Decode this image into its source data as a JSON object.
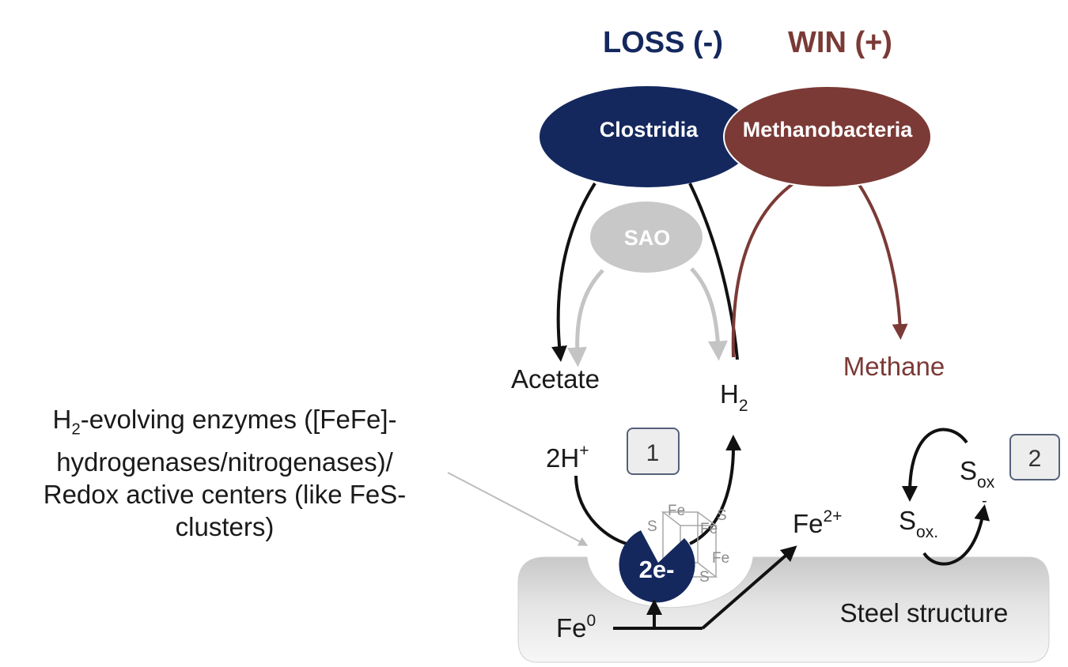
{
  "header": {
    "loss": "LOSS (-)",
    "win": "WIN (+)"
  },
  "organisms": {
    "clostridia": "Clostridia",
    "methanobacteria": "Methanobacteria",
    "sao": "SAO"
  },
  "products": {
    "acetate": "Acetate",
    "h2_base": "H",
    "h2_sub": "2",
    "methane": "Methane"
  },
  "reaction": {
    "proton_base": "2H",
    "proton_sup": "+",
    "fe2_base": "Fe",
    "fe2_sup": "2+",
    "fe0_base": "Fe",
    "fe0_sup": "0",
    "electrons": "2e-",
    "box1": "1",
    "box2": "2",
    "sox_top_base": "S",
    "sox_top_sub": "ox",
    "sox_top_mark": "-",
    "sox_bottom_base": "S",
    "sox_bottom_sub": "ox.",
    "steel": "Steel structure"
  },
  "cluster": {
    "atoms": [
      "Fe",
      "S",
      "S",
      "Fe",
      "Fe",
      "S"
    ]
  },
  "side_annotation": {
    "line1_a": "H",
    "line1_sub": "2",
    "line1_b": "-evolving enzymes ([FeFe]-",
    "line2": "hydrogenases/nitrogenases)/",
    "line3": "Redox active centers (like FeS-",
    "line4": "clusters)"
  },
  "colors": {
    "navy": "#14285e",
    "brown": "#7b3a36",
    "sao_gray": "#c8c8c8",
    "text_dark": "#1a1a1a"
  }
}
